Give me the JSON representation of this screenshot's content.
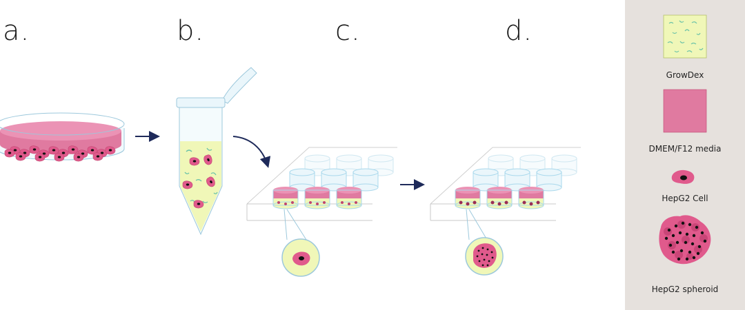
{
  "steps": {
    "a": "a.",
    "b": "b.",
    "c": "c.",
    "d": "d."
  },
  "legend": {
    "growdex": "GrowDex",
    "media": "DMEM/F12 media",
    "cell": "HepG2 Cell",
    "spheroid": "HepG2 spheroid"
  },
  "colors": {
    "growdex_fill": "#f0f7b8",
    "media_pink": "#e07aa0",
    "cell_pink": "#e05a8c",
    "nucleus": "#111111",
    "fiber": "#6cc3a8",
    "plate_blue": "#a8d8ec",
    "arrow": "#1e2a5a",
    "legend_bg": "#e6e1dd"
  }
}
